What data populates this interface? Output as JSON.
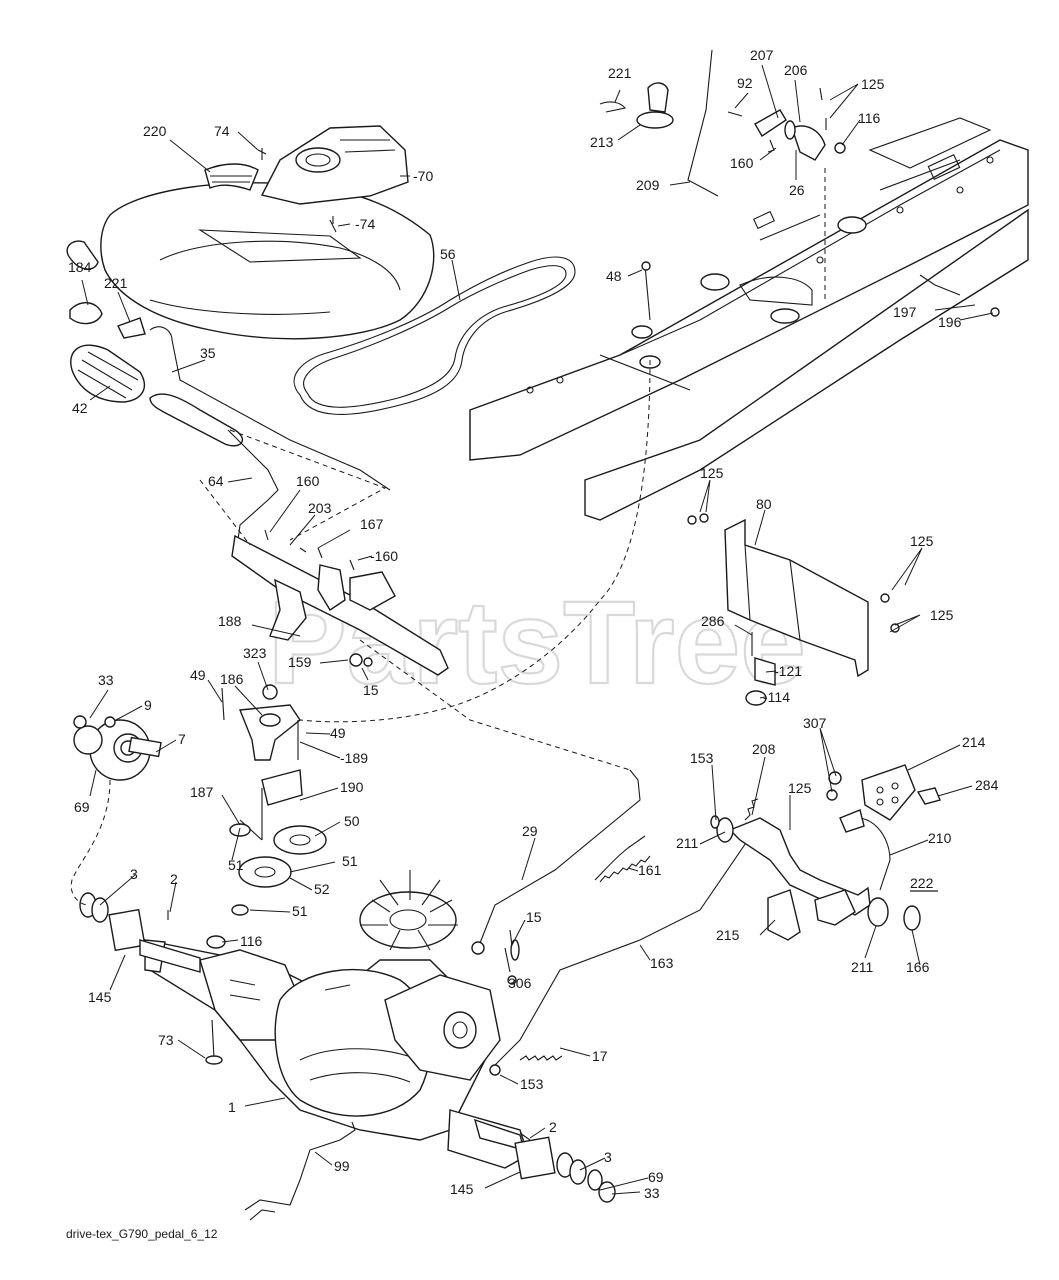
{
  "watermark": {
    "text": "PartsTree",
    "mark": "™"
  },
  "footer": {
    "caption": "drive-tex_G790_pedal_6_12"
  },
  "callouts": [
    {
      "id": "c221a",
      "text": "221"
    },
    {
      "id": "c207",
      "text": "207"
    },
    {
      "id": "c92",
      "text": "92"
    },
    {
      "id": "c206",
      "text": "206"
    },
    {
      "id": "c125a",
      "text": "125"
    },
    {
      "id": "c116a",
      "text": "116"
    },
    {
      "id": "c213",
      "text": "213"
    },
    {
      "id": "c160a",
      "text": "160"
    },
    {
      "id": "c26",
      "text": "26"
    },
    {
      "id": "c209",
      "text": "209"
    },
    {
      "id": "c220",
      "text": "220"
    },
    {
      "id": "c74a",
      "text": "74"
    },
    {
      "id": "c70",
      "text": "-70"
    },
    {
      "id": "c74b",
      "text": "-74"
    },
    {
      "id": "c56",
      "text": "56"
    },
    {
      "id": "c48",
      "text": "48"
    },
    {
      "id": "c184",
      "text": "184"
    },
    {
      "id": "c221b",
      "text": "221"
    },
    {
      "id": "c197",
      "text": "197"
    },
    {
      "id": "c196",
      "text": "196"
    },
    {
      "id": "c35",
      "text": "35"
    },
    {
      "id": "c42",
      "text": "42"
    },
    {
      "id": "c64",
      "text": "64"
    },
    {
      "id": "c160b",
      "text": "160"
    },
    {
      "id": "c203",
      "text": "203"
    },
    {
      "id": "c167",
      "text": "167"
    },
    {
      "id": "c160c",
      "text": "-160"
    },
    {
      "id": "c125b",
      "text": "125"
    },
    {
      "id": "c80",
      "text": "80"
    },
    {
      "id": "c125c",
      "text": "125"
    },
    {
      "id": "c125d",
      "text": "125"
    },
    {
      "id": "c188",
      "text": "188"
    },
    {
      "id": "c286",
      "text": "286"
    },
    {
      "id": "c121",
      "text": "-121"
    },
    {
      "id": "c323",
      "text": "323"
    },
    {
      "id": "c159",
      "text": "159"
    },
    {
      "id": "c15a",
      "text": "15"
    },
    {
      "id": "c114",
      "text": "-114"
    },
    {
      "id": "c33a",
      "text": "33"
    },
    {
      "id": "c49a",
      "text": "49"
    },
    {
      "id": "c186",
      "text": "186"
    },
    {
      "id": "c9",
      "text": "9"
    },
    {
      "id": "c49b",
      "text": "49"
    },
    {
      "id": "c7",
      "text": "7"
    },
    {
      "id": "c189",
      "text": "-189"
    },
    {
      "id": "c307",
      "text": "307"
    },
    {
      "id": "c214",
      "text": "214"
    },
    {
      "id": "c69a",
      "text": "69"
    },
    {
      "id": "c187",
      "text": "187"
    },
    {
      "id": "c190",
      "text": "190"
    },
    {
      "id": "c153a",
      "text": "153"
    },
    {
      "id": "c208",
      "text": "208"
    },
    {
      "id": "c284",
      "text": "284"
    },
    {
      "id": "c125e",
      "text": "125"
    },
    {
      "id": "c50",
      "text": "50"
    },
    {
      "id": "c51a",
      "text": "51"
    },
    {
      "id": "c51b",
      "text": "51"
    },
    {
      "id": "c29",
      "text": "29"
    },
    {
      "id": "c211a",
      "text": "211"
    },
    {
      "id": "c210",
      "text": "210"
    },
    {
      "id": "c161",
      "text": "161"
    },
    {
      "id": "c3a",
      "text": "3"
    },
    {
      "id": "c2a",
      "text": "2"
    },
    {
      "id": "c52",
      "text": "52"
    },
    {
      "id": "c51c",
      "text": "51"
    },
    {
      "id": "c222",
      "text": "222",
      "underline": true
    },
    {
      "id": "c15b",
      "text": "15"
    },
    {
      "id": "c215",
      "text": "215"
    },
    {
      "id": "c116b",
      "text": "116"
    },
    {
      "id": "c163",
      "text": "163"
    },
    {
      "id": "c211b",
      "text": "211"
    },
    {
      "id": "c166",
      "text": "166"
    },
    {
      "id": "c145a",
      "text": "145"
    },
    {
      "id": "c306",
      "text": "306"
    },
    {
      "id": "c73",
      "text": "73"
    },
    {
      "id": "c17",
      "text": "17"
    },
    {
      "id": "c153b",
      "text": "153"
    },
    {
      "id": "c1",
      "text": "1"
    },
    {
      "id": "c2b",
      "text": "2"
    },
    {
      "id": "c99",
      "text": "99"
    },
    {
      "id": "c3b",
      "text": "3"
    },
    {
      "id": "c69b",
      "text": "69"
    },
    {
      "id": "c145b",
      "text": "145"
    },
    {
      "id": "c33b",
      "text": "33"
    }
  ]
}
